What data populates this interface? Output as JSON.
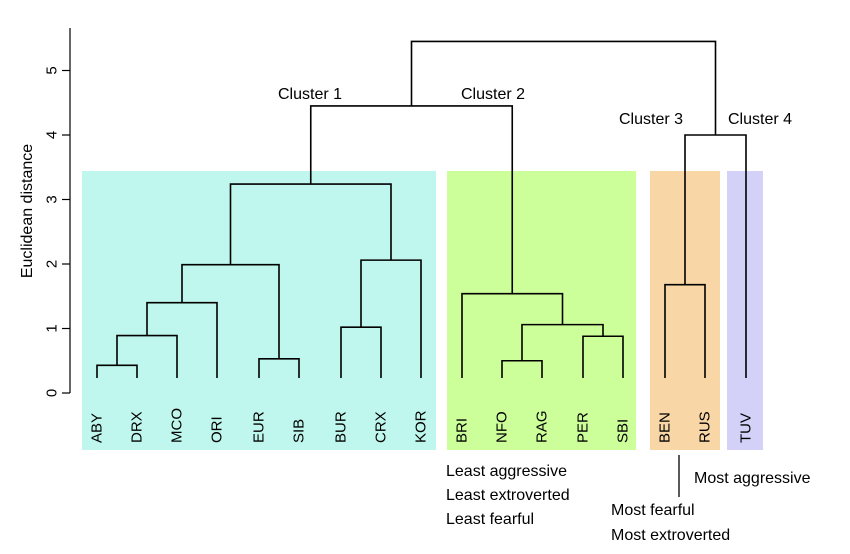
{
  "axis": {
    "ylabel": "Euclidean distance",
    "ticks": [
      0,
      1,
      2,
      3,
      4,
      5
    ]
  },
  "leaves": [
    "ABY",
    "DRX",
    "MCO",
    "ORI",
    "EUR",
    "SIB",
    "BUR",
    "CRX",
    "KOR",
    "BRI",
    "NFO",
    "RAG",
    "PER",
    "SBI",
    "BEN",
    "RUS",
    "TUV"
  ],
  "clusters": [
    {
      "label": "Cluster 1",
      "color": "#bff7ee"
    },
    {
      "label": "Cluster 2",
      "color": "#ccff99"
    },
    {
      "label": "Cluster 3",
      "color": "#f8d6a6"
    },
    {
      "label": "Cluster 4",
      "color": "#d3d1f7"
    }
  ],
  "annotations": {
    "least": [
      "Least aggressive",
      "Least extroverted",
      "Least fearful"
    ],
    "most_aggressive": "Most aggressive",
    "most": [
      "Most fearful",
      "Most extroverted"
    ]
  },
  "merges": [
    {
      "a": "ABY",
      "b": "DRX",
      "height": 0.43
    },
    {
      "a": "ABY+DRX",
      "b": "MCO",
      "height": 0.89
    },
    {
      "a": "ABY+DRX+MCO",
      "b": "ORI",
      "height": 1.4
    },
    {
      "a": "EUR",
      "b": "SIB",
      "height": 0.53
    },
    {
      "a": "ABY+DRX+MCO+ORI",
      "b": "EUR+SIB",
      "height": 1.99
    },
    {
      "a": "BUR",
      "b": "CRX",
      "height": 1.02
    },
    {
      "a": "BUR+CRX",
      "b": "KOR",
      "height": 2.06
    },
    {
      "a": "left group",
      "b": "BUR+CRX+KOR",
      "height": 3.24
    },
    {
      "a": "NFO",
      "b": "RAG",
      "height": 0.5
    },
    {
      "a": "PER",
      "b": "SBI",
      "height": 0.88
    },
    {
      "a": "NFO+RAG",
      "b": "PER+SBI",
      "height": 1.06
    },
    {
      "a": "BRI",
      "b": "NFO+RAG+PER+SBI",
      "height": 1.54
    },
    {
      "a": "Cluster 1",
      "b": "Cluster 2",
      "height": 4.45
    },
    {
      "a": "BEN",
      "b": "RUS",
      "height": 1.68
    },
    {
      "a": "BEN+RUS",
      "b": "TUV",
      "height": 4.0
    },
    {
      "a": "Cluster 1+2",
      "b": "Cluster 3+4",
      "height": 5.45
    }
  ]
}
